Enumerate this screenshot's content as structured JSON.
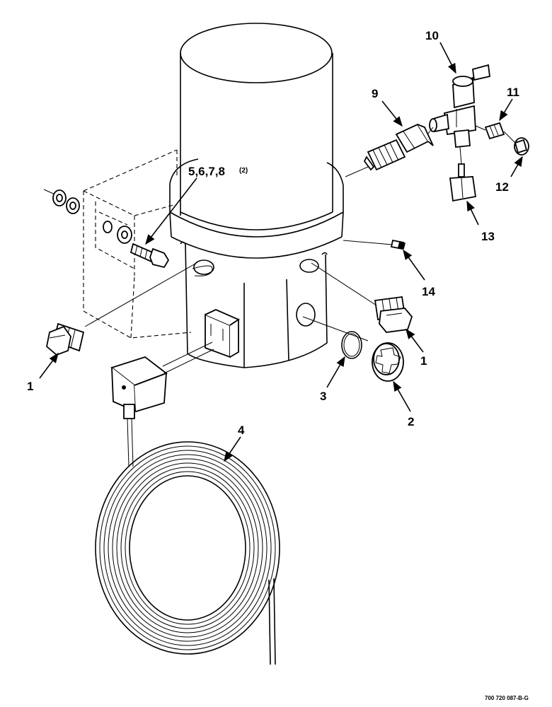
{
  "figure": {
    "reference_code": "700 720 087-B-G"
  },
  "callouts": {
    "c1_left": "1",
    "c1_right": "1",
    "c2": "2",
    "c3": "3",
    "c4": "4",
    "c5678": "5,6,7,8",
    "c5678_qty": "(2)",
    "c9": "9",
    "c10": "10",
    "c11": "11",
    "c12": "12",
    "c13": "13",
    "c14": "14"
  }
}
